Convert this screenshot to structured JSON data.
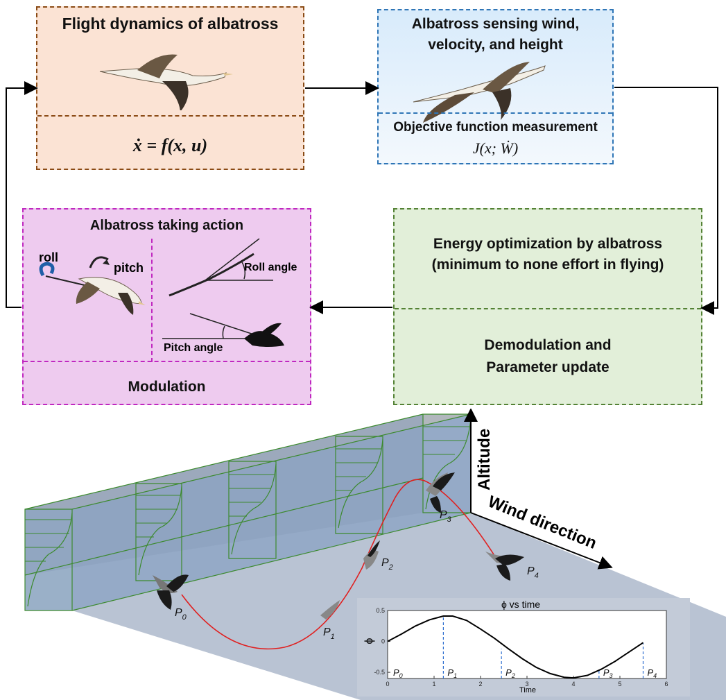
{
  "boxes": {
    "dynamics": {
      "title": "Flight dynamics of albatross",
      "equation": "ẋ = f(x, u)",
      "color": "#8a4a14",
      "fill": "#fbe3d4"
    },
    "sensing": {
      "title_line1": "Albatross sensing wind,",
      "title_line2": "velocity, and height",
      "sub_title": "Objective function measurement",
      "equation": "J(x; Ẇ)",
      "color": "#2e75b6",
      "fill": "#e3f0fb"
    },
    "action": {
      "title": "Albatross taking action",
      "roll": "roll",
      "pitch": "pitch",
      "roll_angle": "Roll angle",
      "pitch_angle": "Pitch angle",
      "bottom": "Modulation",
      "color": "#c028c0",
      "fill": "#eecbef"
    },
    "energy": {
      "title_line1": "Energy optimization by albatross",
      "title_line2": "(minimum to none effort in flying)",
      "bottom_line1": "Demodulation and",
      "bottom_line2": "Parameter update",
      "color": "#548235",
      "fill": "#e2efd9"
    }
  },
  "scene": {
    "altitude": "Altitude",
    "wind_direction": "Wind direction",
    "points": [
      "P",
      "P",
      "P",
      "P",
      "P"
    ],
    "point_subs": [
      "0",
      "1",
      "2",
      "3",
      "4"
    ]
  },
  "chart_data": {
    "type": "line",
    "title": "ϕ vs time",
    "xlabel": "Time",
    "ylabel": "ϕ",
    "xlim": [
      0,
      6
    ],
    "ylim": [
      -0.6,
      0.5
    ],
    "xticks": [
      "0",
      "1",
      "2",
      "3",
      "4",
      "5",
      "6"
    ],
    "yticks": [
      "0.5",
      "0",
      "-0.5"
    ],
    "series": [
      {
        "x": [
          0,
          0.3,
          0.6,
          0.9,
          1.2,
          1.4,
          1.7,
          2.0,
          2.3,
          2.6,
          2.9,
          3.2,
          3.5,
          3.8,
          4.0,
          4.3,
          4.6,
          4.9,
          5.2,
          5.5
        ],
        "values": [
          0.0,
          0.12,
          0.25,
          0.35,
          0.41,
          0.41,
          0.34,
          0.2,
          0.05,
          -0.12,
          -0.28,
          -0.42,
          -0.52,
          -0.58,
          -0.59,
          -0.55,
          -0.45,
          -0.32,
          -0.17,
          -0.02
        ]
      }
    ],
    "markers": [
      {
        "x": 1.2,
        "label": "P",
        "sub": "1"
      },
      {
        "x": 2.45,
        "label": "P",
        "sub": "2"
      },
      {
        "x": 4.55,
        "label": "P",
        "sub": "3"
      },
      {
        "x": 5.5,
        "label": "P",
        "sub": "4"
      }
    ],
    "start_label": "P",
    "start_sub": "0"
  }
}
